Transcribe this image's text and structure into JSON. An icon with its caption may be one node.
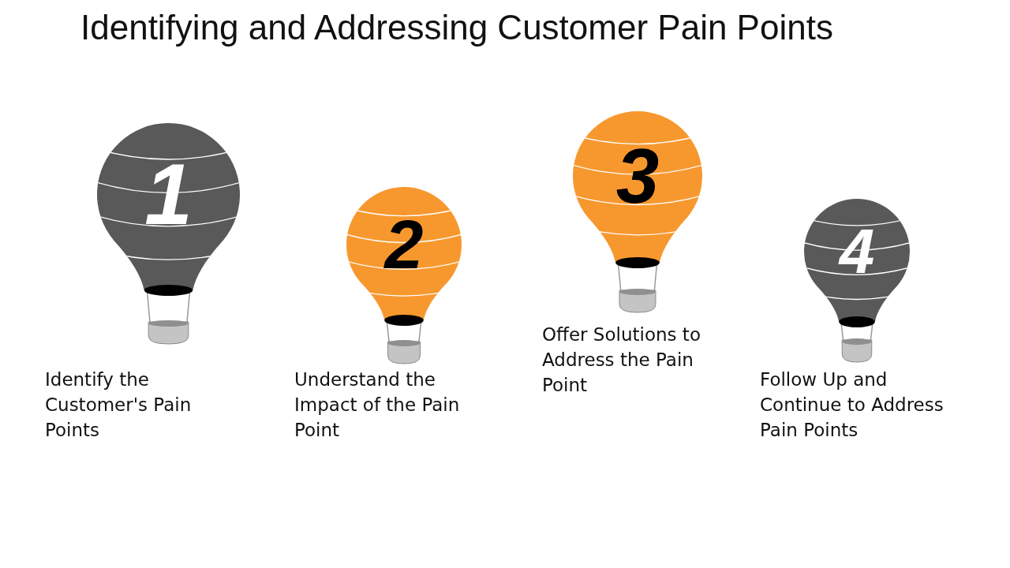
{
  "diagram": {
    "title": "Identifying and Addressing Customer Pain Points",
    "nodes": [
      {
        "text": [
          "1"
        ],
        "beside": [
          "Identify the Customer's Pain Points"
        ]
      },
      {
        "text": [
          "2"
        ],
        "beside": [
          "Understand the Impact of the Pain Point"
        ]
      },
      {
        "text": [
          "3"
        ],
        "beside": [
          "Offer Solutions to Address the Pain Point"
        ]
      },
      {
        "text": [
          "4"
        ],
        "beside": [
          "Follow Up and Continue to Address Pain Points"
        ]
      }
    ],
    "edges": []
  }
}
